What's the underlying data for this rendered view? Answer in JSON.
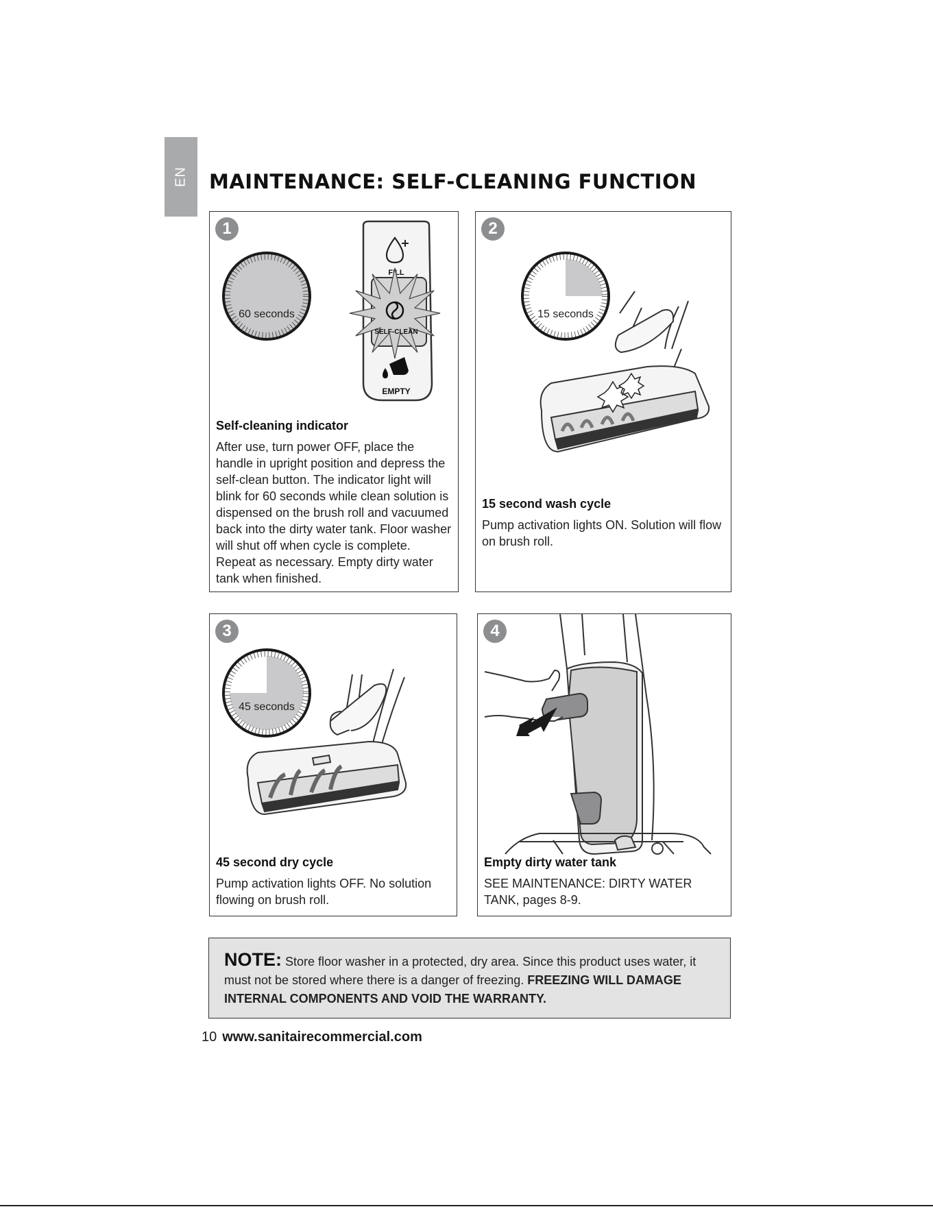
{
  "sidebar_tab": "EN",
  "title": "MAINTENANCE: SELF-CLEANING FUNCTION",
  "steps": [
    {
      "number": "1",
      "timer": "60 seconds",
      "panel_labels": {
        "fill": "FILL",
        "self_clean": "SELF-CLEAN",
        "empty": "EMPTY"
      },
      "icons": [
        "timer-dial-icon",
        "water-drop-plus-icon",
        "self-clean-burst-icon",
        "empty-tank-icon"
      ],
      "heading": "Self-cleaning indicator",
      "body": "After use, turn power OFF, place the handle in upright position and depress the self-clean button. The indicator light will blink for 60 seconds while clean solution is dispensed on the brush roll and vacuumed back into the dirty water tank. Floor washer will shut off when cycle is complete. Repeat as necessary. Empty dirty water tank when finished."
    },
    {
      "number": "2",
      "timer": "15 seconds",
      "timer_fill_fraction": 0.25,
      "heading": "15 second wash cycle",
      "body": "Pump activation lights ON. Solution will flow on brush roll."
    },
    {
      "number": "3",
      "timer": "45 seconds",
      "timer_fill_fraction": 0.75,
      "heading": "45 second dry cycle",
      "body": "Pump activation lights OFF. No solution flowing on brush roll."
    },
    {
      "number": "4",
      "heading": "Empty dirty water tank",
      "body": "SEE MAINTENANCE: DIRTY WATER TANK, pages 8-9."
    }
  ],
  "note": {
    "lead": "NOTE:",
    "text": " Store floor washer in a protected, dry area. Since this product uses water, it must not be stored where there is a danger of freezing. ",
    "bold_text": "FREEZING WILL DAMAGE INTERNAL COMPONENTS AND VOID THE WARRANTY."
  },
  "footer": {
    "page_number": "10",
    "url": "www.sanitairecommercial.com"
  },
  "colors": {
    "badge": "#8d8e90",
    "tab": "#a9aaac",
    "note_background": "#e3e3e4",
    "timer_fill": "#c9c9cb"
  }
}
